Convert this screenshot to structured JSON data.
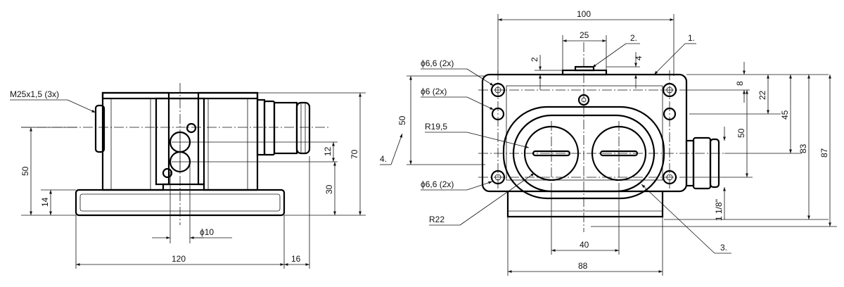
{
  "left_view": {
    "labels": {
      "thread": "M25x1,5 (3x)",
      "height_50": "50",
      "height_14": "14",
      "height_12": "12",
      "height_30": "30",
      "height_70": "70",
      "dia_10": "ϕ10",
      "width_120": "120",
      "width_16": "16"
    }
  },
  "right_view": {
    "labels": {
      "width_100": "100",
      "width_25": "25",
      "callout_2": "2.",
      "callout_1": "1.",
      "dim_2": "2",
      "dim_4": "4",
      "hole_66_top": "ϕ6,6 (2x)",
      "hole_6": "ϕ6 (2x)",
      "radius_195": "R19,5",
      "dim_50_left": "50",
      "callout_4": "4.",
      "hole_66_bottom": "ϕ6,6 (2x)",
      "radius_22": "R22",
      "dim_8": "8",
      "dim_22": "22",
      "dim_45": "45",
      "dim_50_right": "50",
      "dim_83": "83",
      "dim_87": "87",
      "thread_118": "1 1/8\"",
      "width_40": "40",
      "width_88": "88",
      "callout_3": "3."
    }
  }
}
